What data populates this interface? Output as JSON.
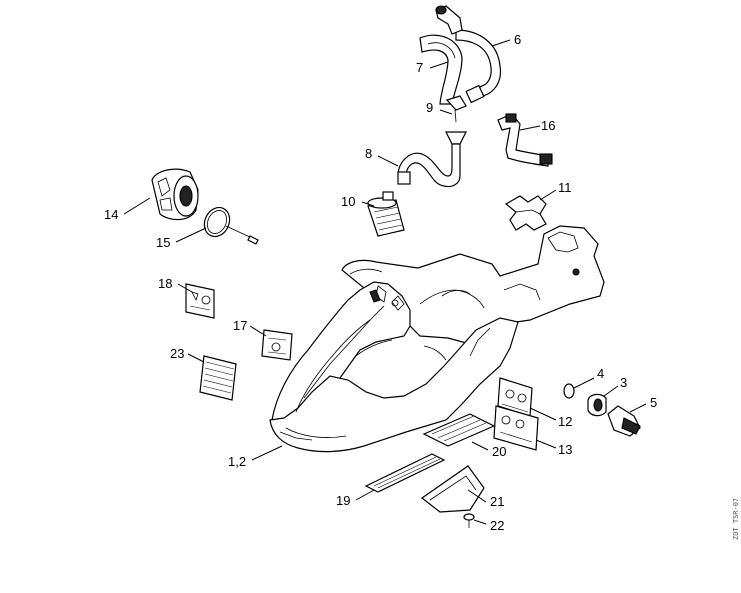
{
  "labels": {
    "l1_2": "1,2",
    "l3": "3",
    "l4": "4",
    "l5": "5",
    "l6": "6",
    "l7": "7",
    "l8": "8",
    "l9": "9",
    "l10": "10",
    "l11": "11",
    "l12": "12",
    "l13": "13",
    "l14": "14",
    "l15": "15",
    "l16": "16",
    "l17": "17",
    "l18": "18",
    "l19": "19",
    "l20": "20",
    "l21": "21",
    "l22": "22",
    "l23": "23"
  },
  "drawing_code": "ZDT TSR-07"
}
